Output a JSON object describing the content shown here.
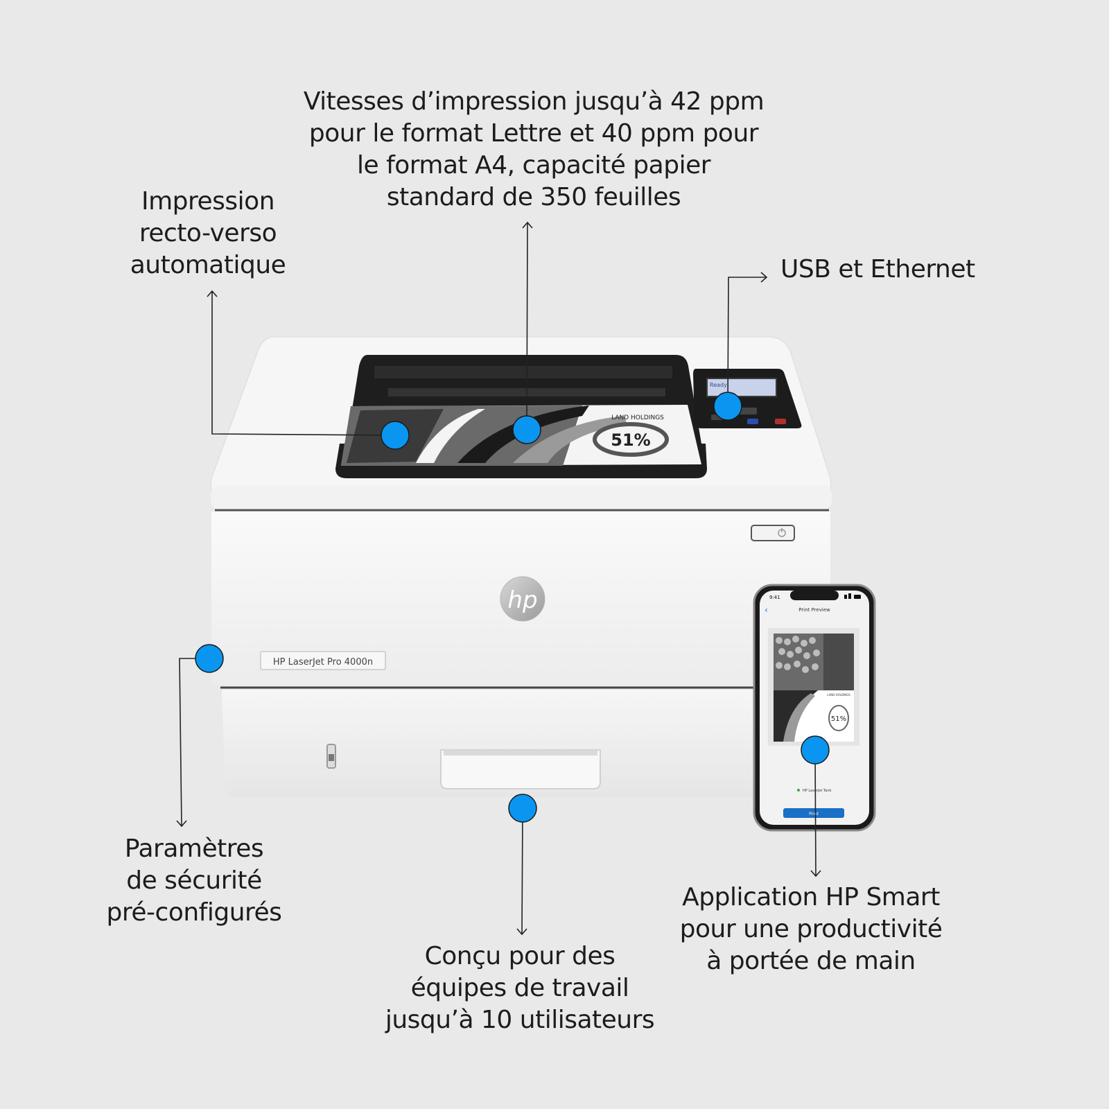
{
  "labels": {
    "speed": "Vitesses d’impression jusqu’à 42 ppm\npour le format Lettre et 40 ppm pour\nle format A4, capacité papier\nstandard de 350 feuilles",
    "duplex": "Impression\nrecto-verso\nautomatique",
    "usb": "USB et Ethernet",
    "security": "Paramètres\nde sécurité\npré-configurés",
    "team": "Conçu pour des\néquipes de travail\njusqu’à 10 utilisateurs",
    "app": "Application HP Smart\npour une productivité\nà portée de main"
  },
  "printer": {
    "model_label": "HP LaserJet Pro 4000n",
    "brand_logo": "hp",
    "paper_heading": "LAND HOLDINGS",
    "paper_percent": "51%",
    "lcd_text": "Ready"
  },
  "phone": {
    "time": "9:41",
    "screen_title": "Print Preview",
    "preview_heading": "LAND HOLDINGS",
    "preview_percent": "51%",
    "printer_name": "HP LaserJet Tank",
    "print_button": "Print"
  },
  "colors": {
    "background": "#e9e9e9",
    "hotspot": "#0a96f0",
    "printer_body": "#f4f4f4",
    "app_button": "#1a6fc6"
  }
}
